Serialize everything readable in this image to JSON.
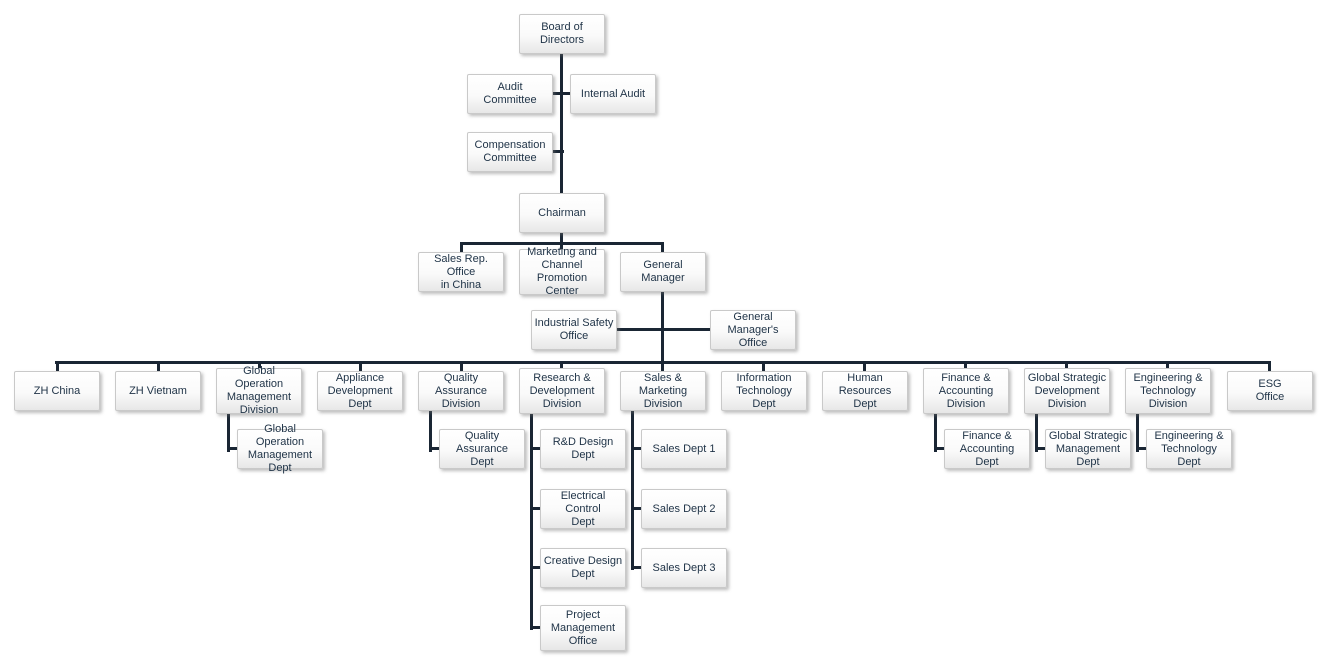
{
  "org": {
    "type": "organization-chart",
    "colors": {
      "connector_line": "#1a2634",
      "node_text": "#1e3246",
      "node_border": "#c9c9c9",
      "node_background_top": "#ffffff",
      "node_background_bottom": "#e7e7e7",
      "page_background": "#ffffff"
    },
    "nodes": {
      "board": {
        "label": "Board of Directors",
        "reports_to": null
      },
      "audit_committee": {
        "label": "Audit Committee",
        "reports_to": "Board of Directors"
      },
      "internal_audit": {
        "label": "Internal Audit",
        "reports_to": "Board of Directors"
      },
      "compensation_committee": {
        "label": "Compensation\nCommittee",
        "reports_to": "Board of Directors"
      },
      "chairman": {
        "label": "Chairman",
        "reports_to": "Board of Directors"
      },
      "sales_rep_office_china": {
        "label": "Sales Rep. Office\nin China",
        "reports_to": "Chairman"
      },
      "marketing_channel_promotion_center": {
        "label": "Marketing and\nChannel\nPromotion Center",
        "reports_to": "Chairman"
      },
      "general_manager": {
        "label": "General Manager",
        "reports_to": "Chairman"
      },
      "industrial_safety_office": {
        "label": "Industrial Safety\nOffice",
        "reports_to": "General Manager"
      },
      "general_managers_office": {
        "label": "General Manager's\nOffice",
        "reports_to": "General Manager"
      },
      "zh_china": {
        "label": "ZH China",
        "reports_to": "General Manager"
      },
      "zh_vietnam": {
        "label": "ZH Vietnam",
        "reports_to": "General Manager"
      },
      "global_operation_management_division": {
        "label": "Global Operation\nManagement\nDivision",
        "reports_to": "General Manager"
      },
      "appliance_development_dept": {
        "label": "Appliance\nDevelopment Dept",
        "reports_to": "General Manager"
      },
      "quality_assurance_division": {
        "label": "Quality Assurance\nDivision",
        "reports_to": "General Manager"
      },
      "research_development_division": {
        "label": "Research &\nDevelopment\nDivision",
        "reports_to": "General Manager"
      },
      "sales_marketing_division": {
        "label": "Sales & Marketing\nDivision",
        "reports_to": "General Manager"
      },
      "information_technology_dept": {
        "label": "Information\nTechnology Dept",
        "reports_to": "General Manager"
      },
      "human_resources_dept": {
        "label": "Human Resources\nDept",
        "reports_to": "General Manager"
      },
      "finance_accounting_division": {
        "label": "Finance &\nAccounting\nDivision",
        "reports_to": "General Manager"
      },
      "global_strategic_development_division": {
        "label": "Global Strategic\nDevelopment\nDivision",
        "reports_to": "General Manager"
      },
      "engineering_technology_division": {
        "label": "Engineering &\nTechnology\nDivision",
        "reports_to": "General Manager"
      },
      "esg_office": {
        "label": "ESG\nOffice",
        "reports_to": "General Manager"
      },
      "global_operation_management_dept": {
        "label": "Global Operation\nManagement Dept",
        "reports_to": "Global Operation Management Division"
      },
      "quality_assurance_dept": {
        "label": "Quality Assurance\nDept",
        "reports_to": "Quality Assurance Division"
      },
      "rnd_design_dept": {
        "label": "R&D Design\nDept",
        "reports_to": "Research & Development Division"
      },
      "electrical_control_dept": {
        "label": "Electrical Control\nDept",
        "reports_to": "Research & Development Division"
      },
      "creative_design_dept": {
        "label": "Creative Design\nDept",
        "reports_to": "Research & Development Division"
      },
      "project_management_office": {
        "label": "Project\nManagement\nOffice",
        "reports_to": "Research & Development Division"
      },
      "sales_dept_1": {
        "label": "Sales Dept 1",
        "reports_to": "Sales & Marketing Division"
      },
      "sales_dept_2": {
        "label": "Sales Dept 2",
        "reports_to": "Sales & Marketing Division"
      },
      "sales_dept_3": {
        "label": "Sales Dept 3",
        "reports_to": "Sales & Marketing Division"
      },
      "finance_accounting_dept": {
        "label": "Finance &\nAccounting Dept",
        "reports_to": "Finance & Accounting Division"
      },
      "global_strategic_management_dept": {
        "label": "Global Strategic\nManagement Dept",
        "reports_to": "Global Strategic Development Division"
      },
      "engineering_technology_dept": {
        "label": "Engineering &\nTechnology Dept",
        "reports_to": "Engineering & Technology Division"
      }
    }
  }
}
